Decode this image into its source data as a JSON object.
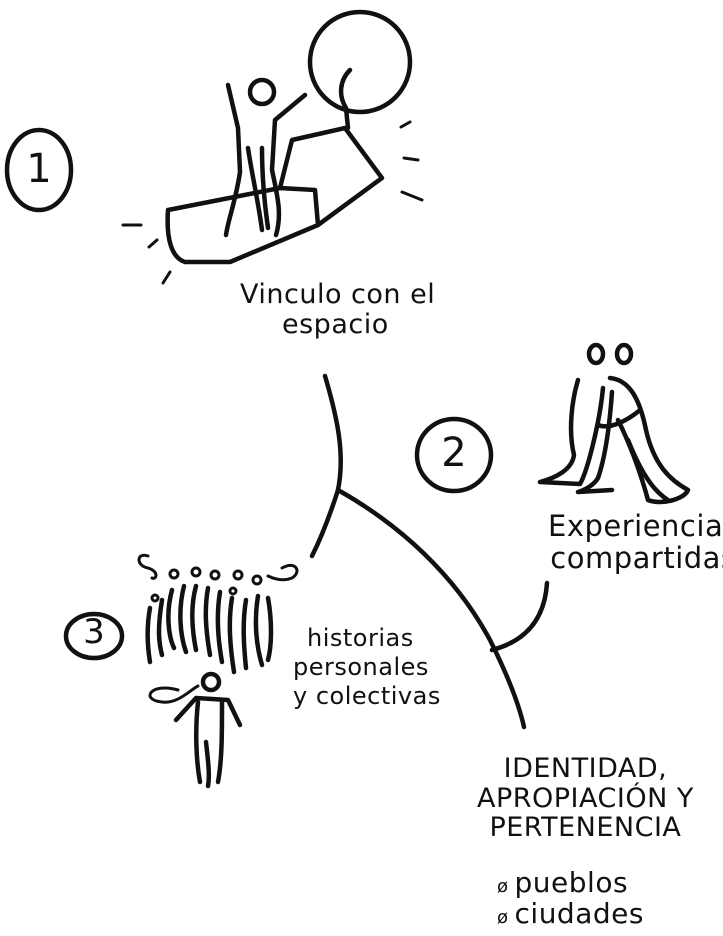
{
  "nodes": [
    {
      "number": "1",
      "label_lines": [
        "Vinculo con el",
        "espacio"
      ]
    },
    {
      "number": "2",
      "label_lines": [
        "Experiencias",
        "compartidas"
      ]
    },
    {
      "number": "3",
      "label_lines": [
        "historias",
        "personales",
        "y colectivas"
      ]
    }
  ],
  "center": {
    "lines": [
      "IDENTIDAD,",
      "APROPIACIÓN Y",
      "PERTENENCIA"
    ],
    "bullets": [
      "pueblos",
      "ciudades"
    ],
    "bullet_mark": "ø"
  }
}
